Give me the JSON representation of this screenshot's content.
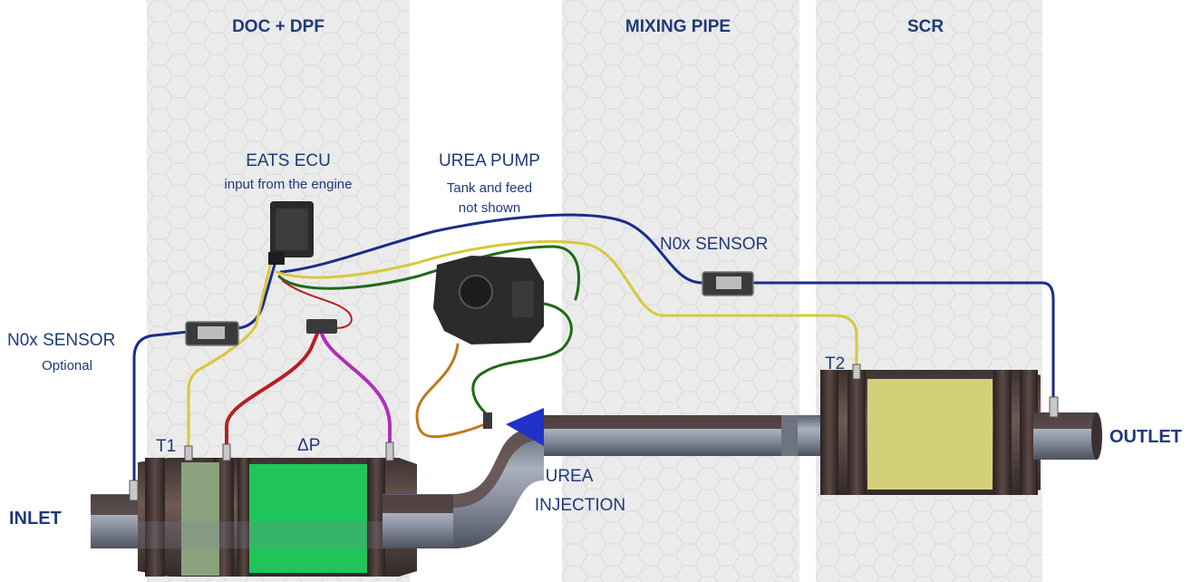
{
  "zones": {
    "doc_dpf": "DOC + DPF",
    "mixing_pipe": "MIXING PIPE",
    "scr": "SCR"
  },
  "components": {
    "ecu_title": "EATS ECU",
    "ecu_sub": "input from the engine",
    "pump_title": "UREA PUMP",
    "pump_sub_1": "Tank and feed",
    "pump_sub_2": "not shown",
    "nox_sensor_top": "N0x SENSOR",
    "nox_sensor_left": "N0x SENSOR",
    "nox_sensor_left_sub": "Optional",
    "t1": "T1",
    "t2": "T2",
    "delta_p": "ΔP",
    "urea_injection_1": "UREA",
    "urea_injection_2": "INJECTION",
    "inlet": "INLET",
    "outlet": "OUTLET"
  },
  "colors": {
    "label_blue": "#1f3a78",
    "zone_bg": "#ebebeb",
    "pipe_gray": "#7d8595",
    "housing_brown": "#5a4844",
    "dpf_green": "#1fc55a",
    "doc_green": "#8aa27e",
    "scr_yellow": "#d4d07a",
    "wire_blue": "#1a2c8c",
    "wire_yellow": "#d8c83a",
    "wire_green": "#1f6a1a",
    "wire_red": "#b82020",
    "wire_magenta": "#b030b8",
    "wire_orange": "#c07820"
  }
}
